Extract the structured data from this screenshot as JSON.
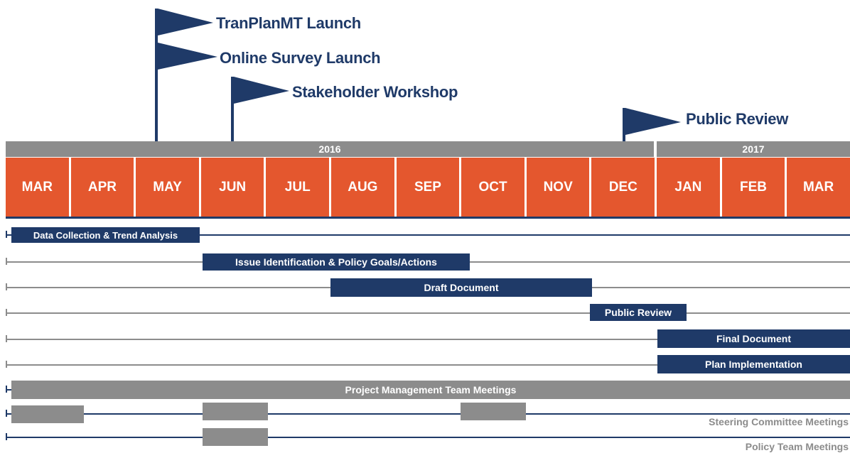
{
  "flags": [
    {
      "label": "TranPlanMT Launch"
    },
    {
      "label": "Online Survey Launch"
    },
    {
      "label": "Stakeholder Workshop"
    },
    {
      "label": "Public Review"
    }
  ],
  "years": [
    "2016",
    "2017"
  ],
  "months": [
    "MAR",
    "APR",
    "MAY",
    "JUN",
    "JUL",
    "AUG",
    "SEP",
    "OCT",
    "NOV",
    "DEC",
    "JAN",
    "FEB",
    "MAR"
  ],
  "tasks": {
    "data_collection": "Data Collection & Trend Analysis",
    "issue_identification": "Issue Identification & Policy Goals/Actions",
    "draft_document": "Draft Document",
    "public_review": "Public Review",
    "final_document": "Final Document",
    "plan_implementation": "Plan Implementation",
    "pmt_meetings": "Project Management Team Meetings",
    "steering_committee": "Steering Committee Meetings",
    "policy_team": "Policy Team Meetings"
  },
  "colors": {
    "navy": "#1f3a68",
    "orange": "#e4572e",
    "grey": "#8c8c8c"
  }
}
